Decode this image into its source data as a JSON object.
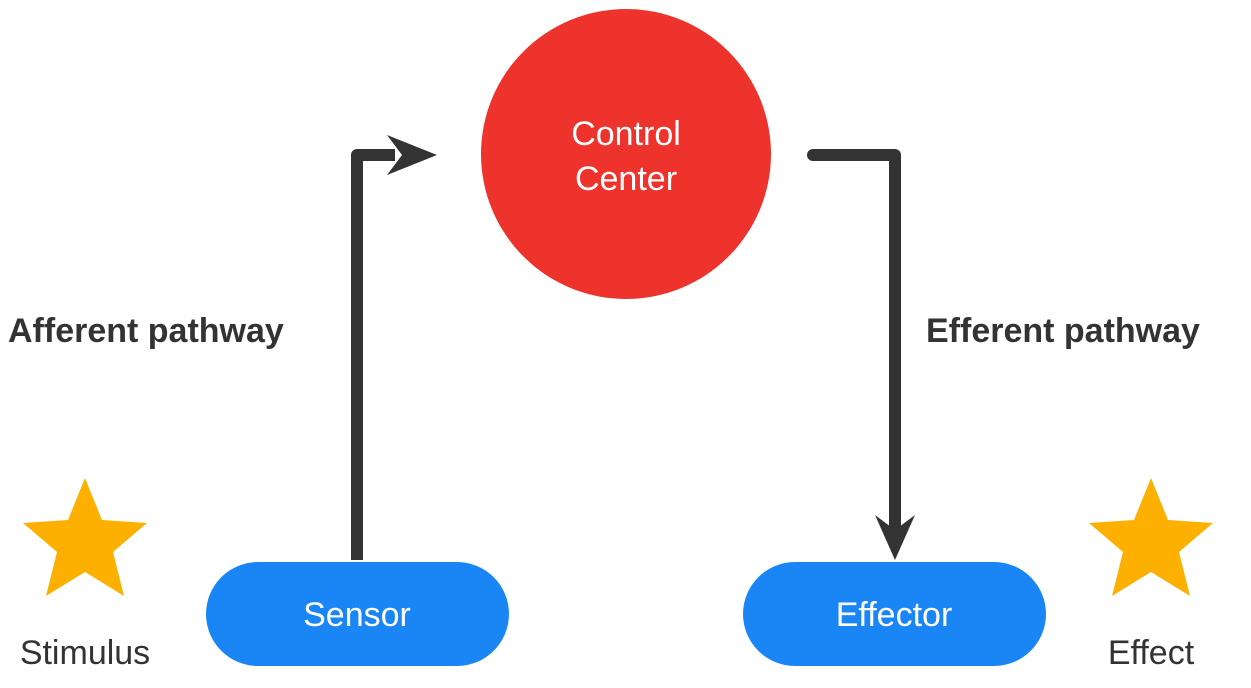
{
  "colors": {
    "control_center": "#ee322c",
    "node_blue": "#1a86f5",
    "star": "#fdb000",
    "arrow": "#333333",
    "text_dark": "#333333",
    "text_light": "#ffffff"
  },
  "control_center": {
    "line1": "Control",
    "line2": "Center"
  },
  "sensor": {
    "label": "Sensor"
  },
  "effector": {
    "label": "Effector"
  },
  "afferent": {
    "label": "Afferent pathway"
  },
  "efferent": {
    "label": "Efferent pathway"
  },
  "stimulus": {
    "label": "Stimulus",
    "icon": "star-icon"
  },
  "effect": {
    "label": "Effect",
    "icon": "star-icon"
  }
}
